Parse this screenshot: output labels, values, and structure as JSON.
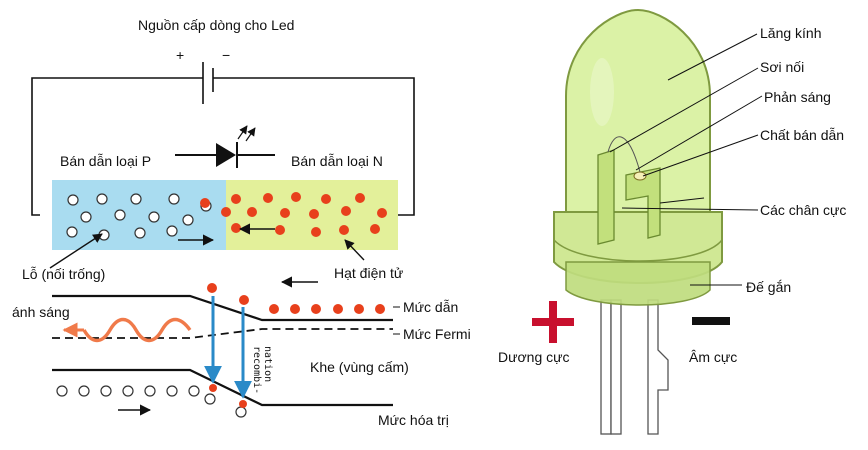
{
  "led_circuit": {
    "power_source_label": "Nguồn cấp dòng cho Led",
    "plus_sign": "+",
    "minus_sign": "−",
    "p_type_label": "Bán dẫn loại P",
    "n_type_label": "Bán dẫn loại N",
    "hole_label": "Lỗ (nối trống)",
    "electron_label": "Hạt điện tử",
    "colors": {
      "p_region": "#a9dcf0",
      "n_region": "#e3f09a",
      "electron": "#e8401c",
      "hole": "#ffffff"
    }
  },
  "band_diagram": {
    "light_label": "ánh sáng",
    "conduction_band_label": "Mức dẫn",
    "fermi_level_label": "Mức Fermi",
    "band_gap_label": "Khe (vùng cấm)",
    "valence_band_label": "Mức hóa trị",
    "recombination_line1": "recombi-",
    "recombination_line2": "nation",
    "colors": {
      "light_wave": "#f07a4a",
      "recombination_arrow": "#2a8ac8"
    }
  },
  "led_structure": {
    "lens_label": "Lăng kính",
    "wire_label": "Sơi nối",
    "reflector_label": "Phản sáng",
    "semiconductor_label": "Chất bán dẫn",
    "leads_label": "Các chân cực",
    "base_label": "Đế gắn",
    "anode_label": "Dương cực",
    "cathode_label": "Âm cực",
    "plus_symbol": "+",
    "minus_symbol": "−",
    "colors": {
      "body": "#d6f09a",
      "body_edge": "#7f9a40",
      "plus": "#c8102e",
      "minus": "#111111"
    }
  }
}
